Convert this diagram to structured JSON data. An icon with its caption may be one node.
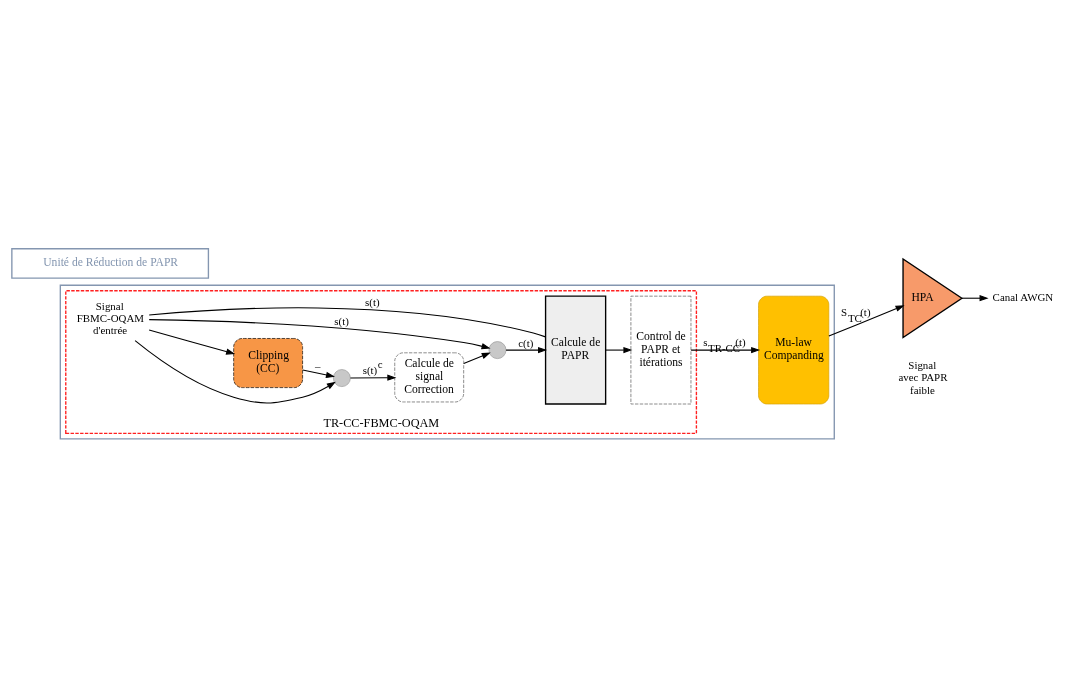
{
  "diagram": {
    "nodes": [
      {
        "text": [],
        "shape": "box"
      },
      {
        "text": [
          "TR-CC-FBMC-OQAM"
        ],
        "in": 0
      },
      {
        "text": [
          "Signal FBMC-OQAM d'entrée"
        ],
        "in": 1
      },
      {
        "text": [],
        "shape": "circle",
        "in": 1
      },
      {
        "text": [
          "Clipping (CC)"
        ],
        "in": 1
      },
      {
        "text": [
          "Calcule de signal Correction"
        ],
        "in": 1
      },
      {
        "text": [],
        "shape": "circle",
        "in": 1
      },
      {
        "text": [
          "Calcule de PAPR"
        ],
        "in": 1
      },
      {
        "text": [
          "Control de PAPR et itérations"
        ],
        "in": 1
      },
      {
        "text": [
          "Mu-law Companding"
        ],
        "in": 0
      },
      {
        "text": [
          "HPA"
        ]
      },
      {
        "text": [
          "Canal AWGN"
        ]
      },
      {
        "text": [
          "Unité de Réduction de PAPR"
        ]
      }
    ],
    "edges": [
      {
        "from": 2,
        "to": 3,
        "arrow": "to"
      },
      {
        "from": 2,
        "to": 4,
        "arrow": "to"
      },
      {
        "from": 2,
        "to": 6,
        "arrow": "to",
        "label": "s(t)"
      },
      {
        "from": 2,
        "to": 7,
        "arrow": "none",
        "label": "s(t)"
      },
      {
        "from": 4,
        "to": 3,
        "arrow": "to",
        "label": "–"
      },
      {
        "from": 3,
        "to": 5,
        "arrow": "to",
        "label": "s(t)$^{c}$"
      },
      {
        "from": 5,
        "to": 6,
        "arrow": "to"
      },
      {
        "from": 6,
        "to": 7,
        "arrow": "to",
        "label": "c(t)"
      },
      {
        "from": 7,
        "to": 8,
        "arrow": "to"
      },
      {
        "from": 8,
        "to": 9,
        "arrow": "to",
        "label": "s$_{TR-CC}$(t)"
      },
      {
        "from": 9,
        "to": 10,
        "arrow": "to",
        "label": "S$_{TC}$(t)"
      },
      {
        "from": 10,
        "to": 11,
        "arrow": "to"
      }
    ],
    "labels": [
      "Signal avec PAPR faible"
    ]
  }
}
